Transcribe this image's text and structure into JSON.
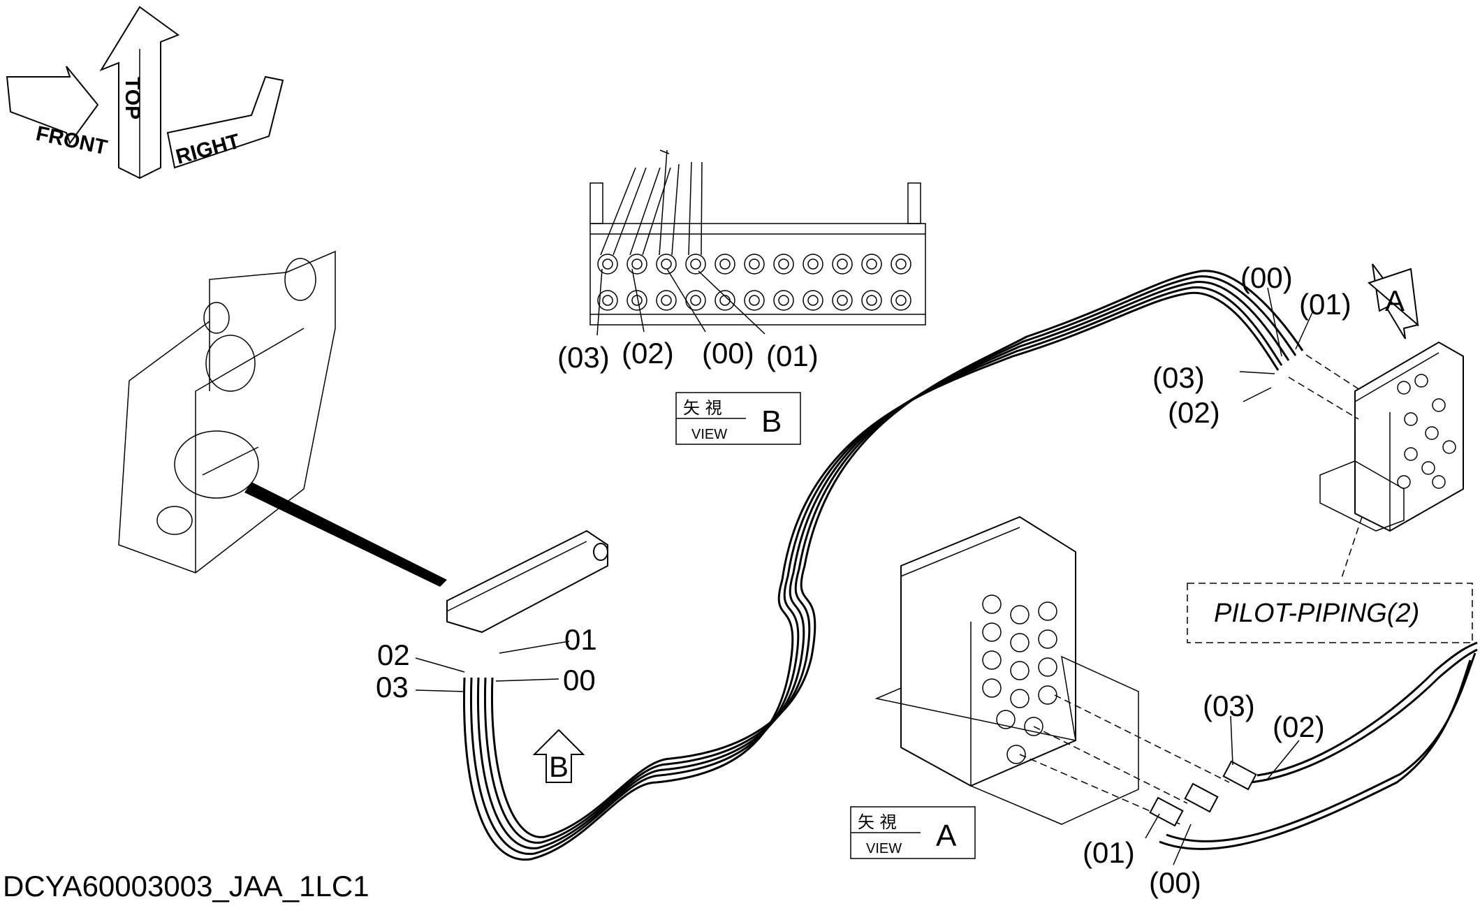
{
  "drawing_id": "DCYA60003003_JAA_1LC1",
  "orientation": {
    "front": "FRONT",
    "top": "TOP",
    "right": "RIGHT"
  },
  "view_b": {
    "kanji": "矢 視",
    "view": "VIEW",
    "letter": "B",
    "labels": [
      "(03)",
      "(02)",
      "(00)",
      "(01)"
    ]
  },
  "view_a": {
    "kanji": "矢 視",
    "view": "VIEW",
    "letter": "A",
    "upper_labels": [
      "(00)",
      "(01)",
      "(03)",
      "(02)"
    ],
    "lower_labels": [
      "(03)",
      "(02)",
      "(01)",
      "(00)"
    ],
    "arrow": "A"
  },
  "hose_bundle": {
    "labels": [
      "02",
      "01",
      "03",
      "00"
    ],
    "arrow": "B"
  },
  "reference_box": "PILOT-PIPING(2)"
}
